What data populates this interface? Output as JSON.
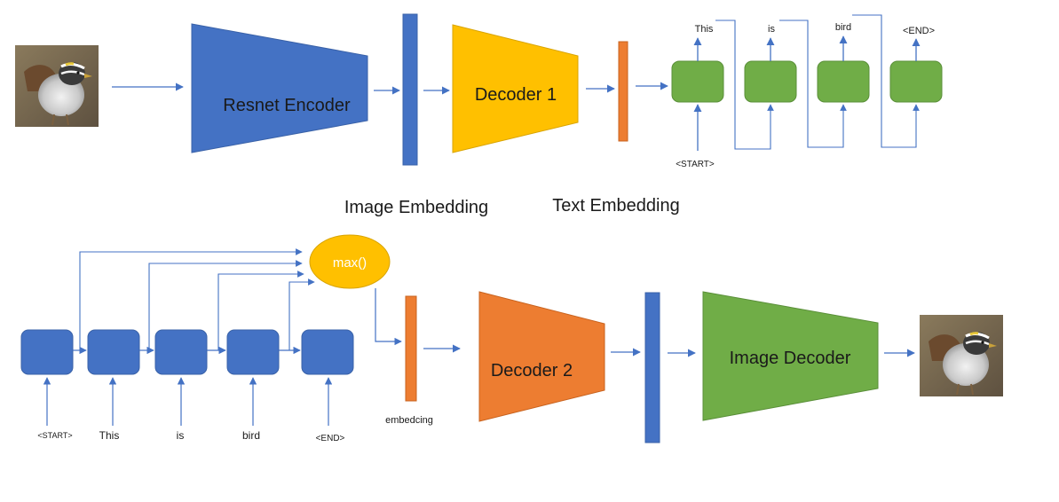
{
  "colors": {
    "encoder_blue": "#4472C4",
    "decoder_yellow": "#FFC000",
    "orange": "#ED7D31",
    "green": "#70AD47",
    "arrow": "#4472C4",
    "text": "#1a1a1a"
  },
  "top_row": {
    "encoder_label": "Resnet Encoder",
    "decoder1_label": "Decoder 1",
    "image_embedding_label": "Image Embedding",
    "text_embedding_label": "Text Embedding",
    "rnn_inputs": [
      "<START>"
    ],
    "rnn_outputs": [
      "This",
      "is",
      "bird",
      "<END>"
    ]
  },
  "bottom_row": {
    "max_label": "max()",
    "embedding_label": "embedcing",
    "decoder2_label": "Decoder 2",
    "image_decoder_label": "Image Decoder",
    "rnn_inputs": [
      "<START>",
      "This",
      "is",
      "bird",
      "<END>"
    ]
  },
  "icons": {
    "input_image": "bird-photo-icon",
    "output_image": "bird-photo-icon"
  }
}
